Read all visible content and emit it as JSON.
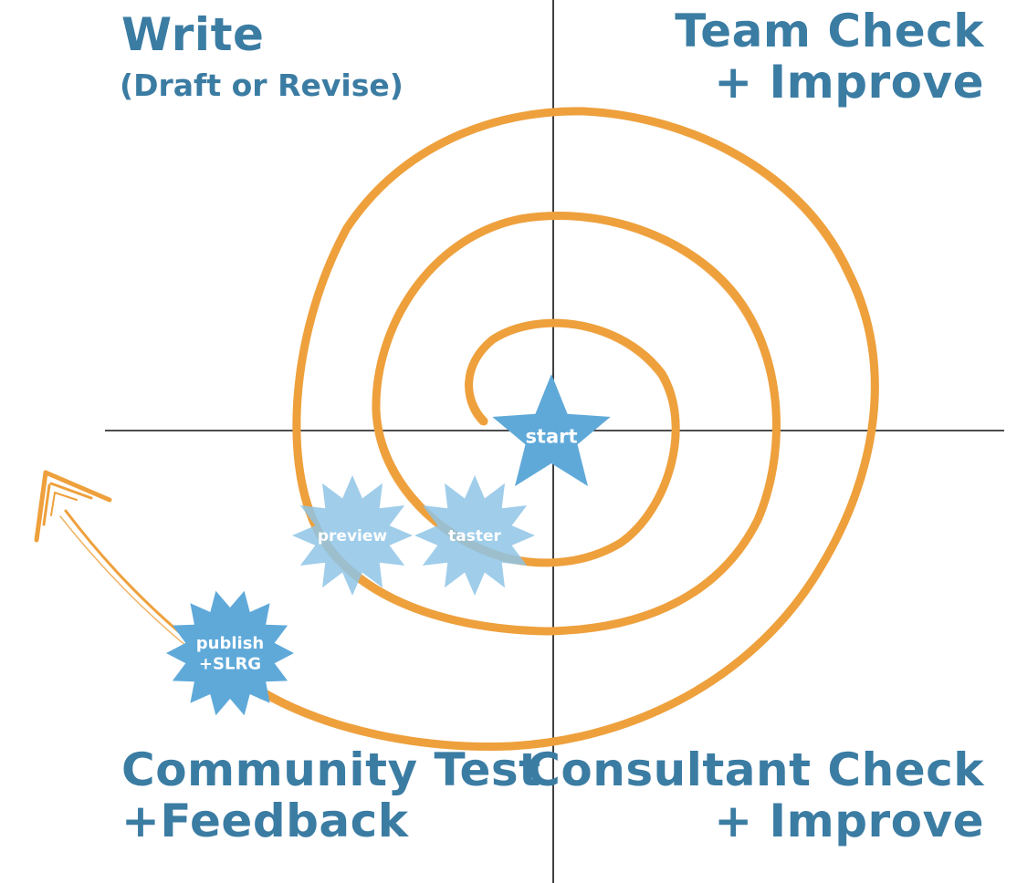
{
  "quadrants": {
    "top_left": {
      "title": "Write",
      "subtitle": "(Draft or Revise)"
    },
    "top_right": {
      "line1": "Team Check",
      "line2": "+ Improve"
    },
    "bottom_left": {
      "line1": "Community Test",
      "line2": "+Feedback"
    },
    "bottom_right": {
      "line1": "Consultant Check",
      "line2": "+ Improve"
    }
  },
  "milestones": {
    "start": "start",
    "taster": "taster",
    "preview": "preview",
    "publish_line1": "publish",
    "publish_line2": "+SLRG"
  },
  "colors": {
    "spiral": "#eea03c",
    "label_text": "#3b7ca3",
    "badge": "#5fa9d9",
    "badge_faded": "#8ec4e6",
    "axis": "#111111"
  }
}
